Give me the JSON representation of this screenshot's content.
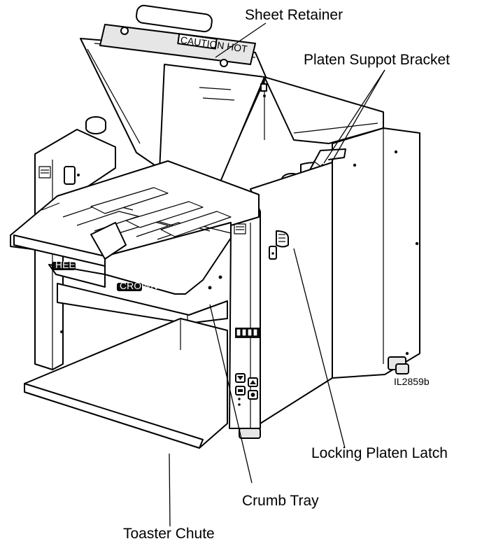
{
  "callouts": {
    "sheet_retainer": "Sheet Retainer",
    "platen_support_bracket": "Platen Suppot Bracket",
    "locking_platen_latch": "Locking Platen Latch",
    "crumb_tray": "Crumb Tray",
    "toaster_chute": "Toaster Chute"
  },
  "illustration_code": "IL2859b",
  "panel_labels": {
    "caution": "CAUTION HOT",
    "heel": "HEEL",
    "crown": "CROWN"
  }
}
